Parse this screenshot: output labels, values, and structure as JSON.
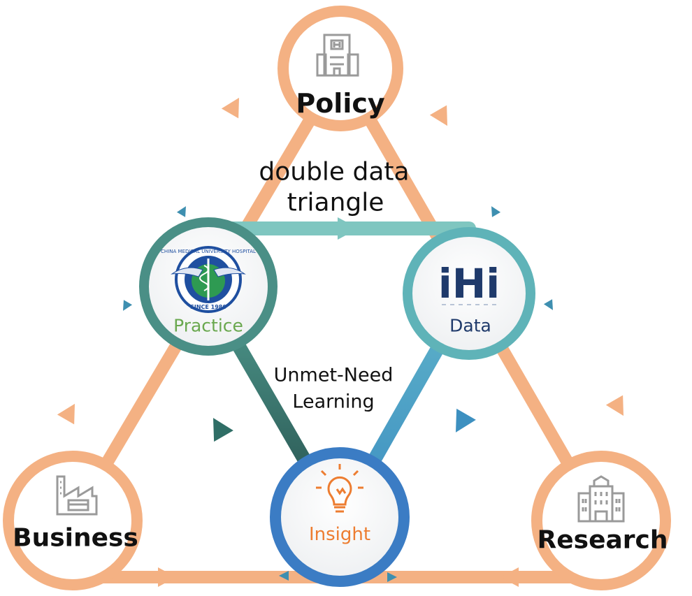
{
  "title": "double data triangle",
  "title_lines": [
    "double data",
    "triangle"
  ],
  "center_lines": [
    "Unmet-Need",
    "Learning"
  ],
  "outer_nodes": {
    "policy": {
      "label": "Policy",
      "icon": "office-building-icon"
    },
    "business": {
      "label": "Business",
      "icon": "factory-icon"
    },
    "research": {
      "label": "Research",
      "icon": "institution-building-icon"
    }
  },
  "inner_nodes": {
    "practice": {
      "label": "Practice",
      "icon": "hospital-emblem-icon",
      "emblem_top": "CHINA MEDICAL UNIVERSITY HOSPITAL",
      "emblem_bottom": "SINCE 1980",
      "color": "#6aa84f"
    },
    "data": {
      "label": "Data",
      "icon": "ihi-logo-icon",
      "logo_text": "iHi",
      "color": "#1f3a6b"
    },
    "insight": {
      "label": "Insight",
      "icon": "lightbulb-icon",
      "color": "#ed7d31"
    }
  },
  "colors": {
    "outer_ring": "#f4b183",
    "outer_arrow": "#f4b183",
    "inner_top": "#7fc6c0",
    "inner_right": "#4aa3c9",
    "inner_left": "#2f6e66",
    "insight_ring": "#3b7cc4",
    "bidirectional_arrow": "#3e8fb0"
  }
}
